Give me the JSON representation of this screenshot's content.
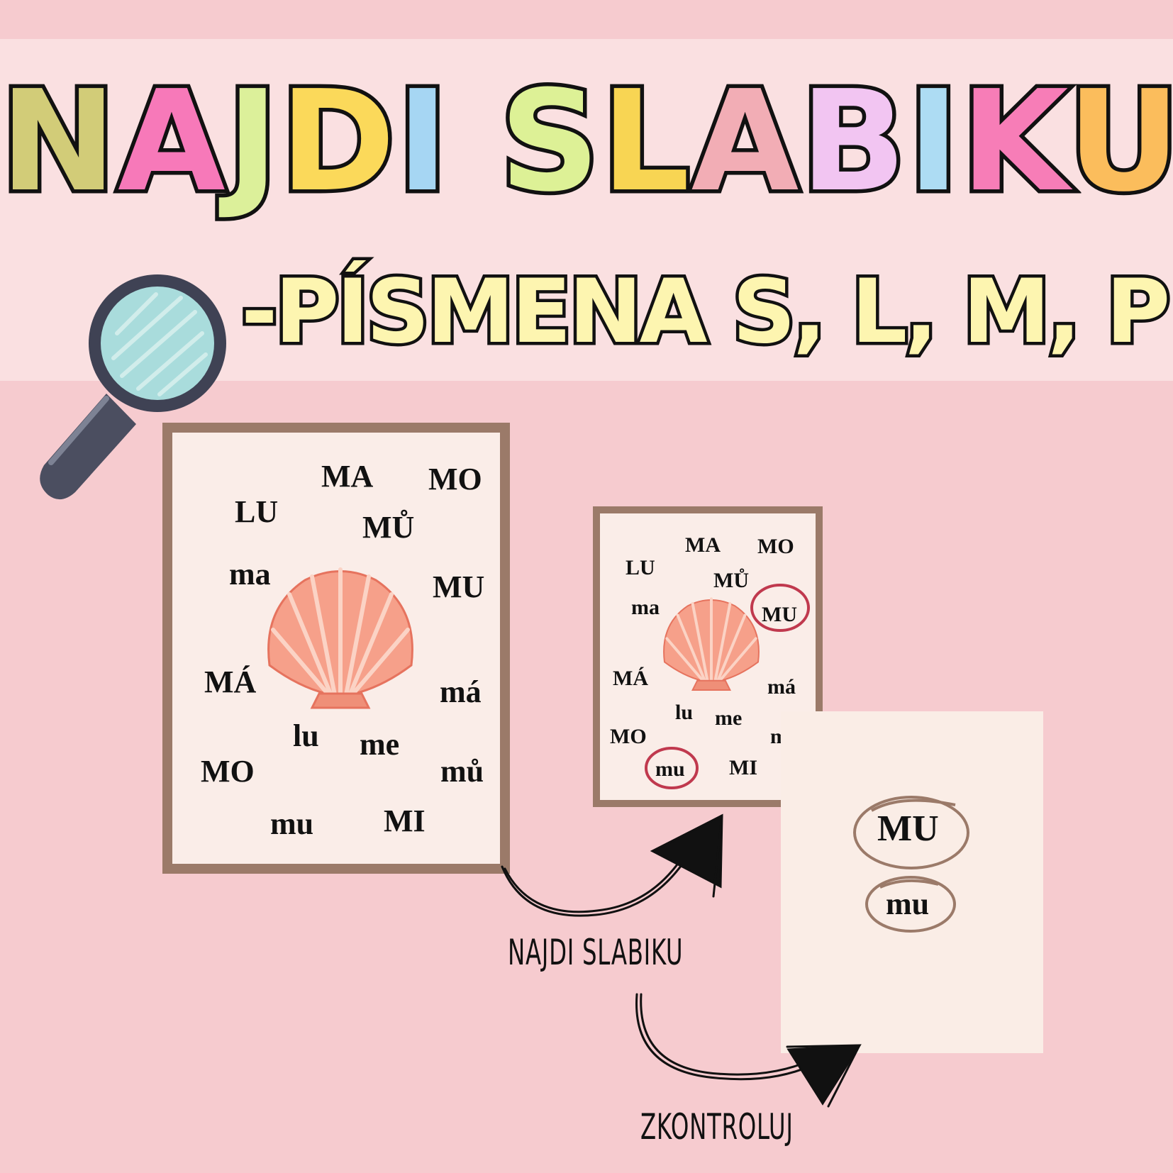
{
  "title": {
    "letters": [
      {
        "ch": "N",
        "color": "#d2cc78"
      },
      {
        "ch": "A",
        "color": "#f779b9"
      },
      {
        "ch": "J",
        "color": "#dcf09a"
      },
      {
        "ch": "D",
        "color": "#fbd95a"
      },
      {
        "ch": "I",
        "color": "#a6d6f3"
      },
      {
        "ch": " ",
        "color": "#000000"
      },
      {
        "ch": "S",
        "color": "#ddf196"
      },
      {
        "ch": "L",
        "color": "#f8d553"
      },
      {
        "ch": "A",
        "color": "#f2adb5"
      },
      {
        "ch": "B",
        "color": "#f2c5f2"
      },
      {
        "ch": "I",
        "color": "#addcf3"
      },
      {
        "ch": "K",
        "color": "#f77db7"
      },
      {
        "ch": "U",
        "color": "#fbbd5c"
      }
    ]
  },
  "subtitle": "-PÍSMENA S, L, M, P",
  "worksheet_big": {
    "syllables": [
      {
        "text": "MA"
      },
      {
        "text": "MO"
      },
      {
        "text": "LU"
      },
      {
        "text": "MŮ"
      },
      {
        "text": "ma"
      },
      {
        "text": "MU"
      },
      {
        "text": "MÁ"
      },
      {
        "text": "má"
      },
      {
        "text": "lu"
      },
      {
        "text": "me"
      },
      {
        "text": "MO"
      },
      {
        "text": "mů"
      },
      {
        "text": "mu"
      },
      {
        "text": "MI"
      }
    ]
  },
  "worksheet_mid": {
    "syllables": [
      {
        "text": "MA"
      },
      {
        "text": "MO"
      },
      {
        "text": "LU"
      },
      {
        "text": "MŮ"
      },
      {
        "text": "ma"
      },
      {
        "text": "MU"
      },
      {
        "text": "MÁ"
      },
      {
        "text": "má"
      },
      {
        "text": "lu"
      },
      {
        "text": "me"
      },
      {
        "text": "MO"
      },
      {
        "text": "m"
      },
      {
        "text": "mu"
      },
      {
        "text": "MI"
      }
    ]
  },
  "answer_card": {
    "upper": "MU",
    "lower": "mu"
  },
  "labels": {
    "find": "NAJDI SLABIKU",
    "check": "ZKONTROLUJ"
  },
  "colors": {
    "background": "#f6cbcf",
    "band": "#fae0e1",
    "card": "#faede8",
    "frame": "#9b7a69",
    "highlight": "#c0394e",
    "answer_ring": "#9b7a69"
  }
}
